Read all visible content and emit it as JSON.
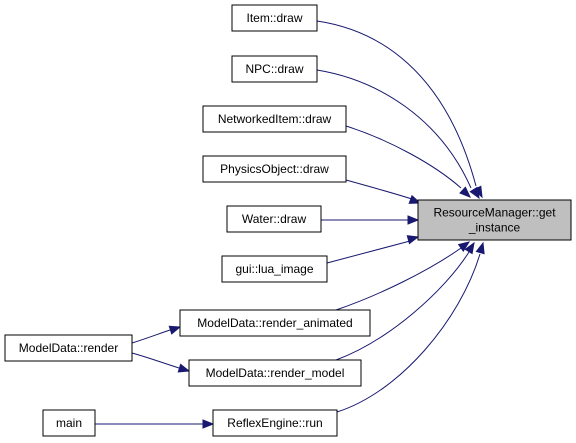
{
  "graph": {
    "nodes": [
      {
        "id": "item_draw",
        "label": [
          "Item::draw"
        ]
      },
      {
        "id": "npc_draw",
        "label": [
          "NPC::draw"
        ]
      },
      {
        "id": "networked_item_draw",
        "label": [
          "NetworkedItem::draw"
        ]
      },
      {
        "id": "physics_object_draw",
        "label": [
          "PhysicsObject::draw"
        ]
      },
      {
        "id": "water_draw",
        "label": [
          "Water::draw"
        ]
      },
      {
        "id": "gui_lua_image",
        "label": [
          "gui::lua_image"
        ]
      },
      {
        "id": "model_data_render_animated",
        "label": [
          "ModelData::render_animated"
        ]
      },
      {
        "id": "model_data_render",
        "label": [
          "ModelData::render"
        ]
      },
      {
        "id": "model_data_render_model",
        "label": [
          "ModelData::render_model"
        ]
      },
      {
        "id": "main",
        "label": [
          "main"
        ]
      },
      {
        "id": "reflex_engine_run",
        "label": [
          "ReflexEngine::run"
        ]
      },
      {
        "id": "resource_manager_get_instance",
        "label": [
          "ResourceManager::get",
          "_instance"
        ],
        "focus": true
      }
    ],
    "edges": [
      {
        "from": "item_draw",
        "to": "resource_manager_get_instance"
      },
      {
        "from": "npc_draw",
        "to": "resource_manager_get_instance"
      },
      {
        "from": "networked_item_draw",
        "to": "resource_manager_get_instance"
      },
      {
        "from": "physics_object_draw",
        "to": "resource_manager_get_instance"
      },
      {
        "from": "water_draw",
        "to": "resource_manager_get_instance"
      },
      {
        "from": "gui_lua_image",
        "to": "resource_manager_get_instance"
      },
      {
        "from": "model_data_render_animated",
        "to": "resource_manager_get_instance"
      },
      {
        "from": "model_data_render_model",
        "to": "resource_manager_get_instance"
      },
      {
        "from": "reflex_engine_run",
        "to": "resource_manager_get_instance"
      },
      {
        "from": "model_data_render",
        "to": "model_data_render_animated"
      },
      {
        "from": "model_data_render",
        "to": "model_data_render_model"
      },
      {
        "from": "main",
        "to": "reflex_engine_run"
      }
    ],
    "colors": {
      "edge": "#191970",
      "focus_fill": "#bfbfbf",
      "node_fill": "#ffffff",
      "node_border": "#000000"
    }
  }
}
